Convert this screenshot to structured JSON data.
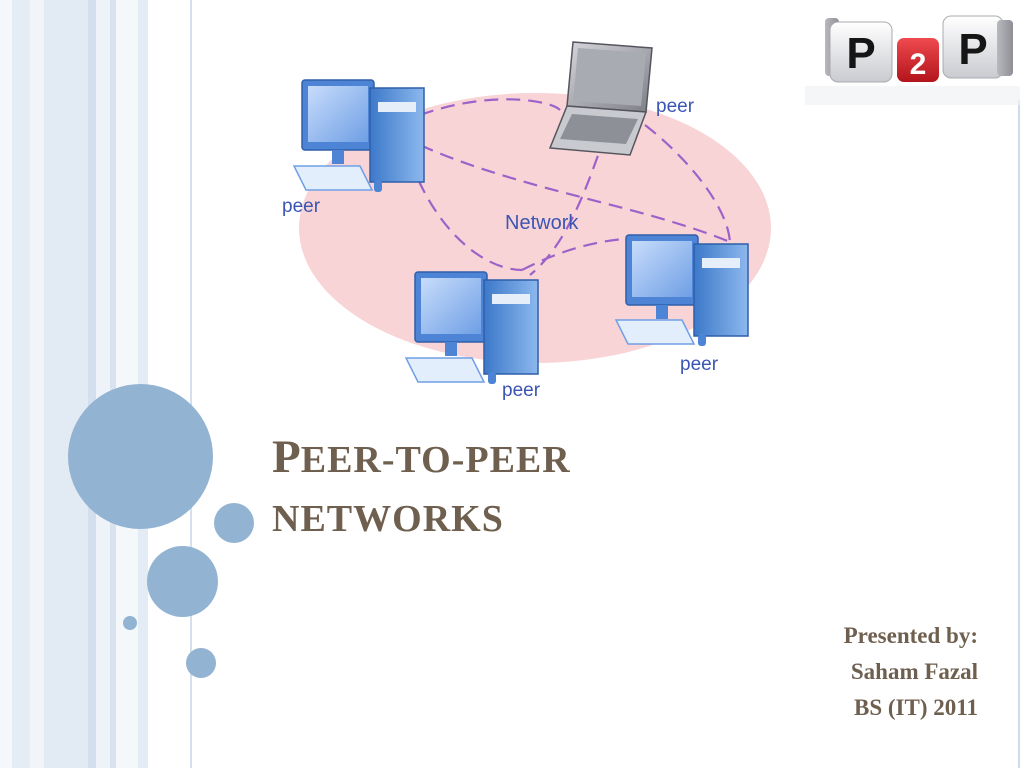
{
  "slide": {
    "title_line1_cap": "P",
    "title_line1_rest": "EER-TO-PEER",
    "title_line2": "NETWORKS",
    "presenter": {
      "label": "Presented by:",
      "name": "Saham Fazal",
      "program": "BS (IT) 2011"
    }
  },
  "diagram": {
    "network_label": "Network",
    "peer_labels": [
      "peer",
      "peer",
      "peer",
      "peer"
    ]
  },
  "logo": {
    "left_letter": "P",
    "middle_digit": "2",
    "right_letter": "P"
  },
  "colors": {
    "title": "#6e5f4f",
    "accent_circle": "#93b3d3",
    "network_cloud": "#f9d4d6",
    "link_dash": "#9d62c9",
    "label": "#3a55b4",
    "logo_red": "#d8262e"
  }
}
